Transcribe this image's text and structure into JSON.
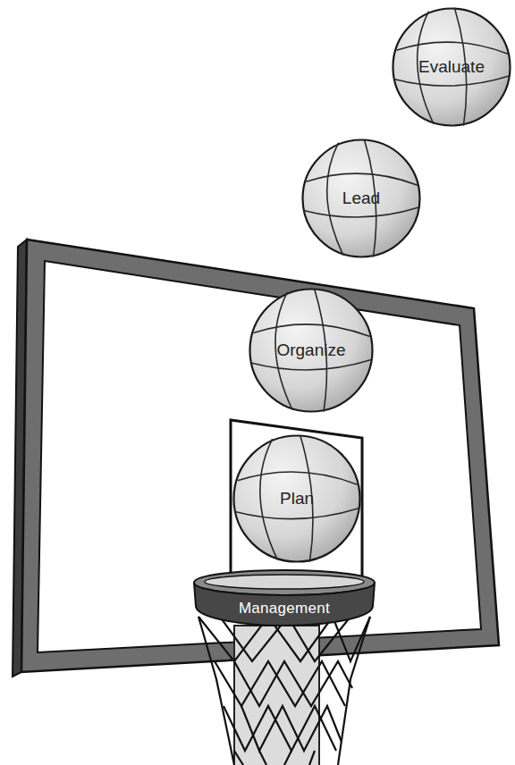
{
  "diagram": {
    "nodes": [
      {
        "text": [
          "Evaluate"
        ]
      },
      {
        "text": [
          "Lead"
        ]
      },
      {
        "text": [
          "Organize"
        ]
      },
      {
        "text": [
          "Plan"
        ]
      },
      {
        "text": [
          "Management"
        ]
      }
    ]
  }
}
